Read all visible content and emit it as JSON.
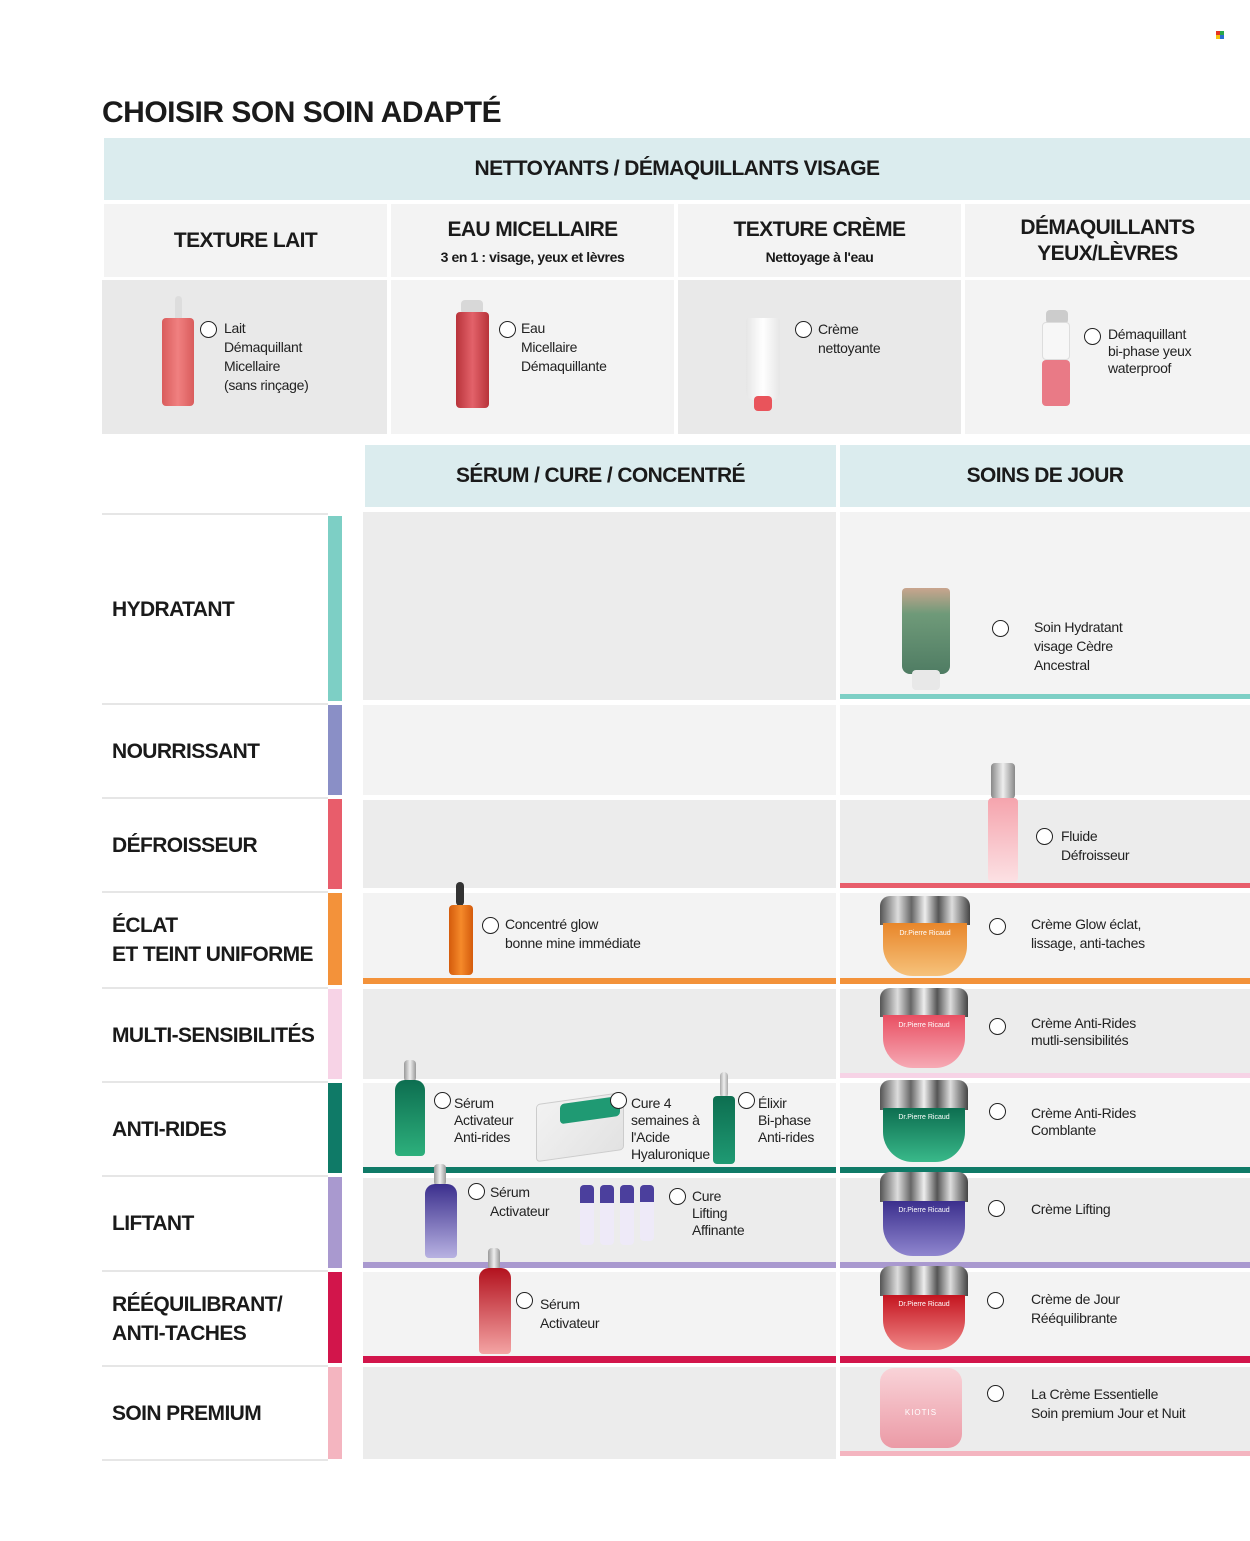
{
  "page_title": "CHOISIR SON SOIN ADAPTÉ",
  "top_section": {
    "title": "NETTOYANTS / DÉMAQUILLANTS VISAGE",
    "columns": [
      {
        "heading": "TEXTURE LAIT",
        "sub": "",
        "product": [
          "Lait",
          "Démaquillant",
          "Micellaire",
          "(sans rinçage)"
        ]
      },
      {
        "heading": "EAU MICELLAIRE",
        "sub": "3 en 1 : visage, yeux et lèvres",
        "product": [
          "Eau",
          "Micellaire",
          "Démaquillante"
        ]
      },
      {
        "heading": "TEXTURE CRÈME",
        "sub": "Nettoyage à l'eau",
        "product": [
          "Crème",
          "nettoyante"
        ]
      },
      {
        "heading_lines": [
          "DÉMAQUILLANTS",
          "YEUX/LÈVRES"
        ],
        "sub": "",
        "product": [
          "Démaquillant",
          "bi-phase yeux",
          "waterproof"
        ]
      }
    ]
  },
  "bottom_section": {
    "col_serum": "SÉRUM / CURE / CONCENTRÉ",
    "col_jour": "SOINS DE JOUR",
    "rows": [
      {
        "label": [
          "HYDRATANT"
        ],
        "color": "#7dcfc5"
      },
      {
        "label": [
          "NOURRISSANT"
        ],
        "color": "#8a8fc6"
      },
      {
        "label": [
          "DÉFROISSEUR"
        ],
        "color": "#e85d6b"
      },
      {
        "label": [
          "ÉCLAT",
          "ET TEINT UNIFORME"
        ],
        "color": "#f3923a"
      },
      {
        "label": [
          "MULTI-SENSIBILITÉS"
        ],
        "color": "#f7d3e6"
      },
      {
        "label": [
          "ANTI-RIDES"
        ],
        "color": "#0f7a67"
      },
      {
        "label": [
          "LIFTANT"
        ],
        "color": "#a999cf"
      },
      {
        "label": [
          "RÉÉQUILIBRANT/",
          "ANTI-TACHES"
        ],
        "color": "#d2154b"
      },
      {
        "label": [
          "SOIN PREMIUM"
        ],
        "color": "#f4b5c0"
      }
    ],
    "products": {
      "hydratant_jour": [
        "Soin Hydratant",
        "visage Cèdre",
        "Ancestral"
      ],
      "defroisseur_jour": [
        "Fluide",
        "Défroisseur"
      ],
      "eclat_serum": [
        "Concentré glow",
        "bonne mine immédiate"
      ],
      "eclat_jour": [
        "Crème Glow éclat,",
        "lissage, anti-taches"
      ],
      "multi_jour": [
        "Crème Anti-Rides",
        "mutli-sensibilités"
      ],
      "antirides_serum_1": [
        "Sérum",
        "Activateur",
        "Anti-rides"
      ],
      "antirides_serum_2": [
        "Cure 4",
        "semaines à",
        "l'Acide",
        "Hyaluronique"
      ],
      "antirides_serum_3": [
        "Élixir",
        "Bi-phase",
        "Anti-rides"
      ],
      "antirides_jour": [
        "Crème Anti-Rides",
        "Comblante"
      ],
      "liftant_serum_1": [
        "Sérum",
        "Activateur"
      ],
      "liftant_serum_2": [
        "Cure",
        "Lifting",
        "Affinante"
      ],
      "liftant_jour": [
        "Crème Lifting"
      ],
      "reeq_serum": [
        "Sérum",
        "Activateur"
      ],
      "reeq_jour": [
        "Crème de Jour",
        "Rééquilibrante"
      ],
      "premium_jour": [
        "La Crème Essentielle",
        "Soin premium Jour et Nuit"
      ]
    },
    "jar_brand": "Dr.Pierre Ricaud",
    "premium_brand": "KIOTIS"
  }
}
